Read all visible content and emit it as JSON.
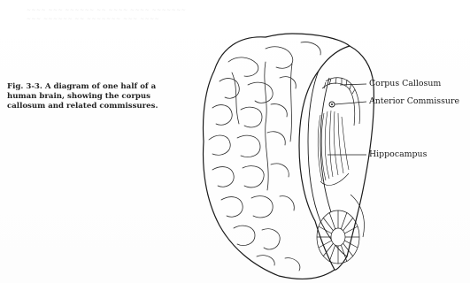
{
  "caption": {
    "line1": "Fig. 3-3. A diagram of one half of a",
    "line2": "human brain, showing the corpus",
    "line3": "callosum and related commissures."
  },
  "labels": {
    "corpus_callosum": "Corpus Callosum",
    "anterior_commissure": "Anterior Commissure",
    "hippocampus": "Hippocampus"
  },
  "colors": {
    "ink": "#1a1a1a",
    "paper": "#ffffff"
  }
}
